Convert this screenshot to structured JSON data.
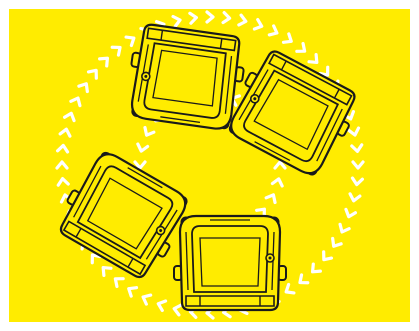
{
  "illustration": {
    "subject": "four-robot-vacuums-circling",
    "colors": {
      "background": "#ffec00",
      "border": "#ffffff",
      "outline": "#1a1a1a",
      "body_fill": "#ffec00",
      "chevrons": "#ffffff"
    },
    "robots": [
      {
        "name": "top"
      },
      {
        "name": "right"
      },
      {
        "name": "left"
      },
      {
        "name": "bottom"
      }
    ]
  }
}
